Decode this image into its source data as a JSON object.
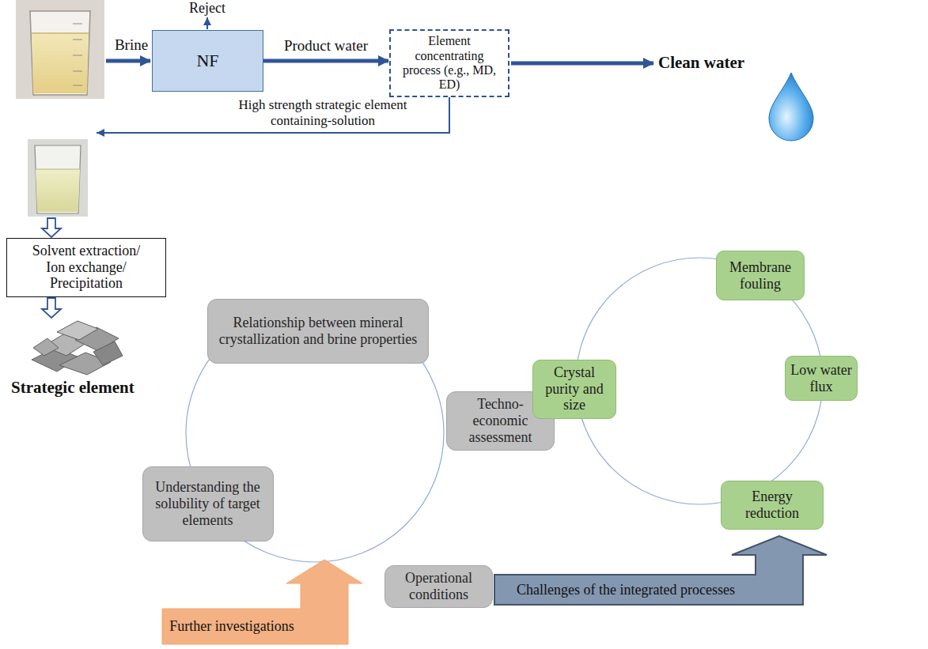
{
  "diagram": {
    "nodes": [
      {
        "text": [
          "NF"
        ]
      },
      {
        "text": [
          "Element concentrating process (e.g., MD, ED)"
        ]
      },
      {
        "text": [
          "Solvent extraction/ Ion exchange/ Precipitation"
        ]
      },
      {
        "text": [
          "Relationship between mineral crystallization and brine properties"
        ]
      },
      {
        "text": [
          "Techno-economic assessment"
        ]
      },
      {
        "text": [
          "Understanding the solubility of target elements"
        ]
      },
      {
        "text": [
          "Operational conditions"
        ]
      },
      {
        "text": [
          "Membrane fouling"
        ]
      },
      {
        "text": [
          "Low water flux"
        ]
      },
      {
        "text": [
          "Energy reduction"
        ]
      },
      {
        "text": [
          "Crystal purity and size"
        ]
      },
      {
        "text": [
          "Challenges of the integrated processes"
        ]
      },
      {
        "text": [
          "Further investigations"
        ]
      }
    ],
    "edges": [
      {
        "from": 0,
        "to": 1,
        "label": "Product water",
        "arrow": "to"
      }
    ],
    "labels": [
      "Brine",
      "Reject",
      "Clean water",
      "High strength strategic element containing-solution",
      "Strategic element"
    ]
  }
}
